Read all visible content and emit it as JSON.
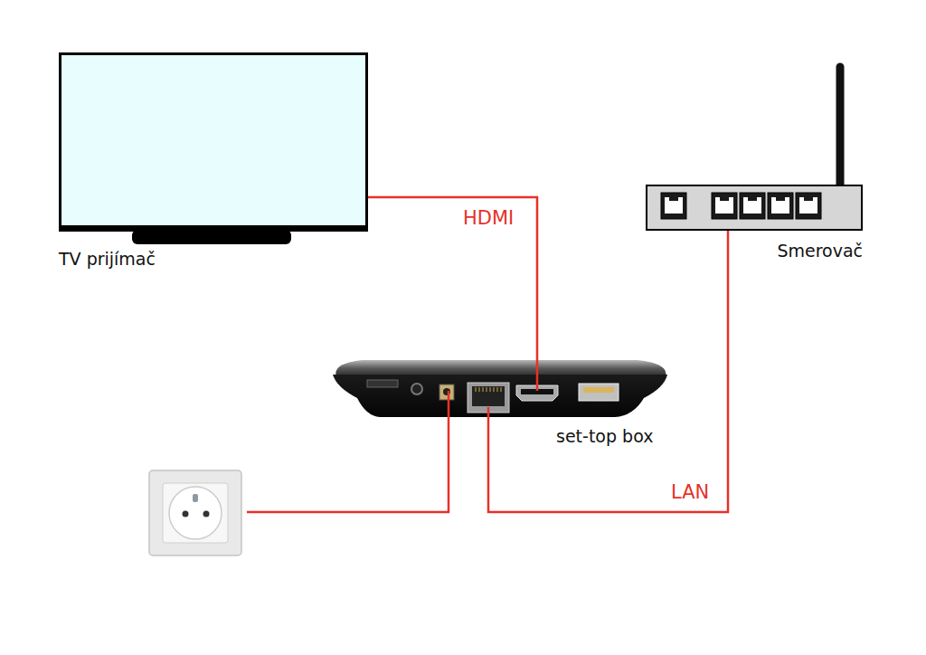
{
  "diagram": {
    "nodes": [
      {
        "text": [
          "TV prijímač"
        ]
      },
      {
        "text": [
          "Smerovač"
        ]
      },
      {
        "text": [
          "set-top box"
        ]
      }
    ],
    "edges": [
      {
        "from": 0,
        "to": 2,
        "label": "HDMI",
        "arrow": "none"
      },
      {
        "from": 2,
        "to": 1,
        "label": "LAN",
        "arrow": "none"
      }
    ]
  }
}
